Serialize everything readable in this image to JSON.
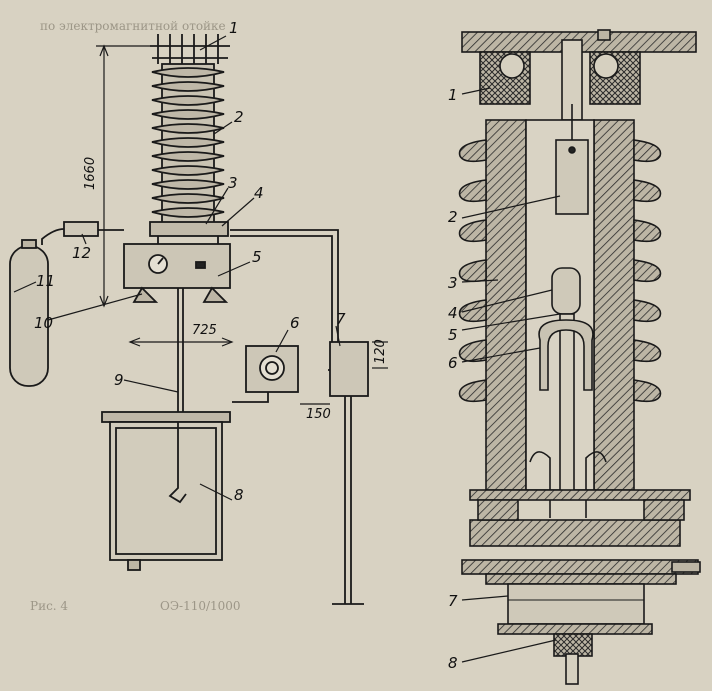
{
  "background_text": {
    "top_line": "по электромагнитной отойке",
    "fig_caption": "Рис. 4",
    "fig_code": "ОЭ-110/1000"
  },
  "left_figure": {
    "labels": [
      "1",
      "2",
      "3",
      "4",
      "5",
      "6",
      "7",
      "8",
      "9",
      "10",
      "11",
      "12"
    ],
    "dimensions": {
      "height": "1660",
      "width": "725",
      "gap_1": "150",
      "gap_2": "120"
    }
  },
  "right_figure": {
    "labels": [
      "1",
      "2",
      "3",
      "4",
      "5",
      "6",
      "7",
      "8"
    ]
  },
  "colors": {
    "paper": "#d8d2c2",
    "ink": "#1a1a1a",
    "hatch": "#3a3a3a",
    "porcelain": "#c9c3b3"
  }
}
